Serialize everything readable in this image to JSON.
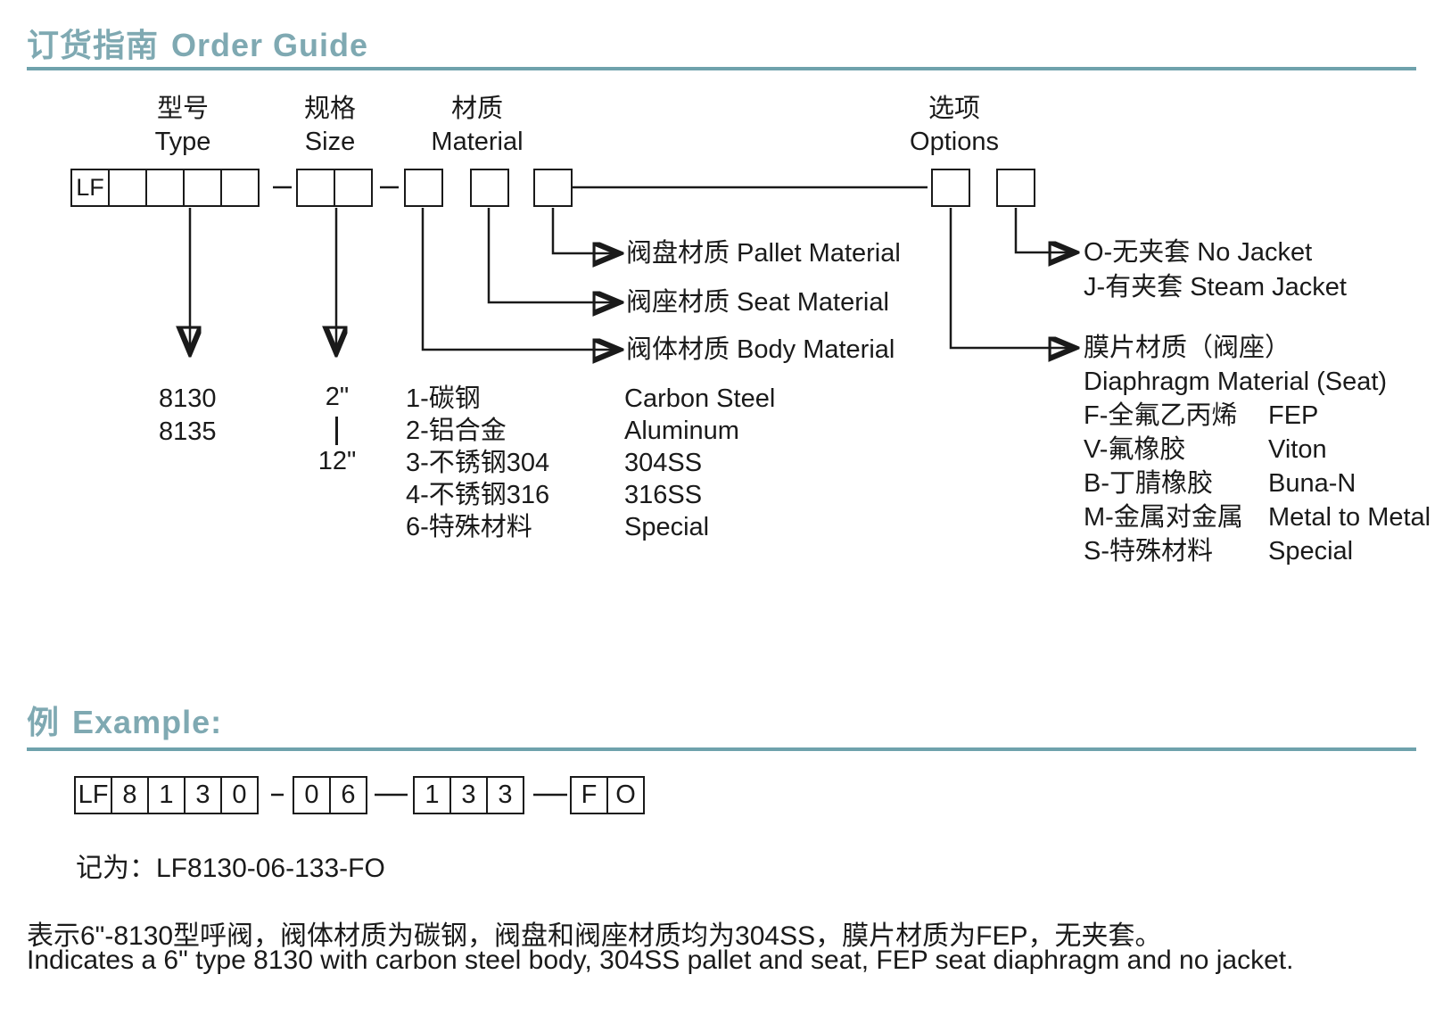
{
  "header": {
    "title_zh": "订货指南",
    "title_en": "Order Guide"
  },
  "colors": {
    "accent_teal": "#7FA9B2",
    "rule_teal": "#6FA2AC",
    "text": "#1A1A1A",
    "line": "#1A1A1A",
    "background": "#FFFFFF"
  },
  "diagram": {
    "prefix": "LF",
    "columns": [
      {
        "label_zh": "型号",
        "label_en": "Type"
      },
      {
        "label_zh": "规格",
        "label_en": "Size"
      },
      {
        "label_zh": "材质",
        "label_en": "Material"
      },
      {
        "label_zh": "选项",
        "label_en": "Options"
      }
    ],
    "callouts": {
      "pallet": "阀盘材质 Pallet Material",
      "seat": "阀座材质 Seat Material",
      "body": "阀体材质 Body Material",
      "no_jacket": "O-无夹套 No Jacket",
      "steam_jacket": "J-有夹套 Steam Jacket"
    },
    "type_codes": [
      "8130",
      "8135"
    ],
    "size_range": {
      "min": "2\"",
      "max": "12\""
    },
    "material_codes": [
      {
        "code": "1-碳钢",
        "en": "Carbon Steel"
      },
      {
        "code": "2-铝合金",
        "en": "Aluminum"
      },
      {
        "code": "3-不锈钢304",
        "en": "304SS"
      },
      {
        "code": "4-不锈钢316",
        "en": "316SS"
      },
      {
        "code": "6-特殊材料",
        "en": "Special"
      }
    ],
    "diaphragm": {
      "title_zh": "膜片材质（阀座）",
      "title_en": "Diaphragm Material (Seat)",
      "codes": [
        {
          "code": "F-全氟乙丙烯",
          "en": "FEP"
        },
        {
          "code": "V-氟橡胶",
          "en": "Viton"
        },
        {
          "code": "B-丁腈橡胶",
          "en": "Buna-N"
        },
        {
          "code": "M-金属对金属",
          "en": "Metal to Metal"
        },
        {
          "code": "S-特殊材料",
          "en": "Special"
        }
      ]
    }
  },
  "example": {
    "title_zh": "例",
    "title_en": "Example:",
    "cells": [
      [
        "LF",
        "8",
        "1",
        "3",
        "0"
      ],
      [
        "0",
        "6"
      ],
      [
        "1",
        "3",
        "3"
      ],
      [
        "F",
        "O"
      ]
    ],
    "code_label": "记为：",
    "code": "LF8130-06-133-FO",
    "description_zh": "表示6\"-8130型呼阀，阀体材质为碳钢，阀盘和阀座材质均为304SS，膜片材质为FEP，无夹套。",
    "description_en": "Indicates a 6\" type 8130 with carbon steel body, 304SS pallet and seat, FEP seat diaphragm and no jacket."
  }
}
